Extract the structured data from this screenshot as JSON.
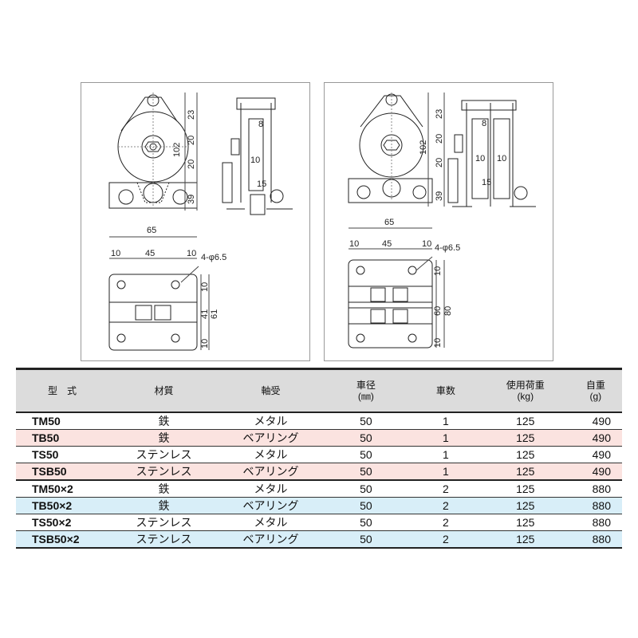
{
  "drawings": {
    "single": {
      "dims": {
        "height_total": "102",
        "top": "23",
        "mid1": "20",
        "mid2": "20",
        "bottom": "39",
        "width": "65",
        "hole_edge_l": "10",
        "hole_pitch": "45",
        "hole_edge_r": "10",
        "holes": "4-φ6.5",
        "base_edge_t": "10",
        "base_inner": "41",
        "base_total": "61",
        "base_edge_b": "10",
        "groove": "10",
        "flange_top": "8",
        "flange_bot": "15"
      }
    },
    "double": {
      "dims": {
        "height_total": "102",
        "top": "23",
        "mid1": "20",
        "mid2": "20",
        "bottom": "39",
        "width": "65",
        "hole_edge_l": "10",
        "hole_pitch": "45",
        "hole_edge_r": "10",
        "holes": "4-φ6.5",
        "base_edge_t": "10",
        "base_inner": "60",
        "base_total": "80",
        "base_edge_b": "10",
        "groove1": "10",
        "groove2": "10",
        "flange_top": "8",
        "flange_bot": "15"
      }
    }
  },
  "table": {
    "headers": [
      {
        "l1": "型　式",
        "l2": ""
      },
      {
        "l1": "材質",
        "l2": ""
      },
      {
        "l1": "軸受",
        "l2": ""
      },
      {
        "l1": "車径",
        "l2": "(㎜)"
      },
      {
        "l1": "車数",
        "l2": ""
      },
      {
        "l1": "使用荷重",
        "l2": "(kg)"
      },
      {
        "l1": "自重",
        "l2": "(g)"
      }
    ],
    "rows": [
      {
        "model": "TM50",
        "material": "鉄",
        "bearing": "メタル",
        "diameter": "50",
        "wheels": "1",
        "load": "125",
        "weight": "490",
        "highlight": "none"
      },
      {
        "model": "TB50",
        "material": "鉄",
        "bearing": "ベアリング",
        "diameter": "50",
        "wheels": "1",
        "load": "125",
        "weight": "490",
        "highlight": "#fbe3e0"
      },
      {
        "model": "TS50",
        "material": "ステンレス",
        "bearing": "メタル",
        "diameter": "50",
        "wheels": "1",
        "load": "125",
        "weight": "490",
        "highlight": "none"
      },
      {
        "model": "TSB50",
        "material": "ステンレス",
        "bearing": "ベアリング",
        "diameter": "50",
        "wheels": "1",
        "load": "125",
        "weight": "490",
        "highlight": "#fbe3e0"
      },
      {
        "model": "TM50×2",
        "material": "鉄",
        "bearing": "メタル",
        "diameter": "50",
        "wheels": "2",
        "load": "125",
        "weight": "880",
        "highlight": "none"
      },
      {
        "model": "TB50×2",
        "material": "鉄",
        "bearing": "ベアリング",
        "diameter": "50",
        "wheels": "2",
        "load": "125",
        "weight": "880",
        "highlight": "#d8eef8"
      },
      {
        "model": "TS50×2",
        "material": "ステンレス",
        "bearing": "メタル",
        "diameter": "50",
        "wheels": "2",
        "load": "125",
        "weight": "880",
        "highlight": "none"
      },
      {
        "model": "TSB50×2",
        "material": "ステンレス",
        "bearing": "ベアリング",
        "diameter": "50",
        "wheels": "2",
        "load": "125",
        "weight": "880",
        "highlight": "#d8eef8"
      }
    ]
  }
}
